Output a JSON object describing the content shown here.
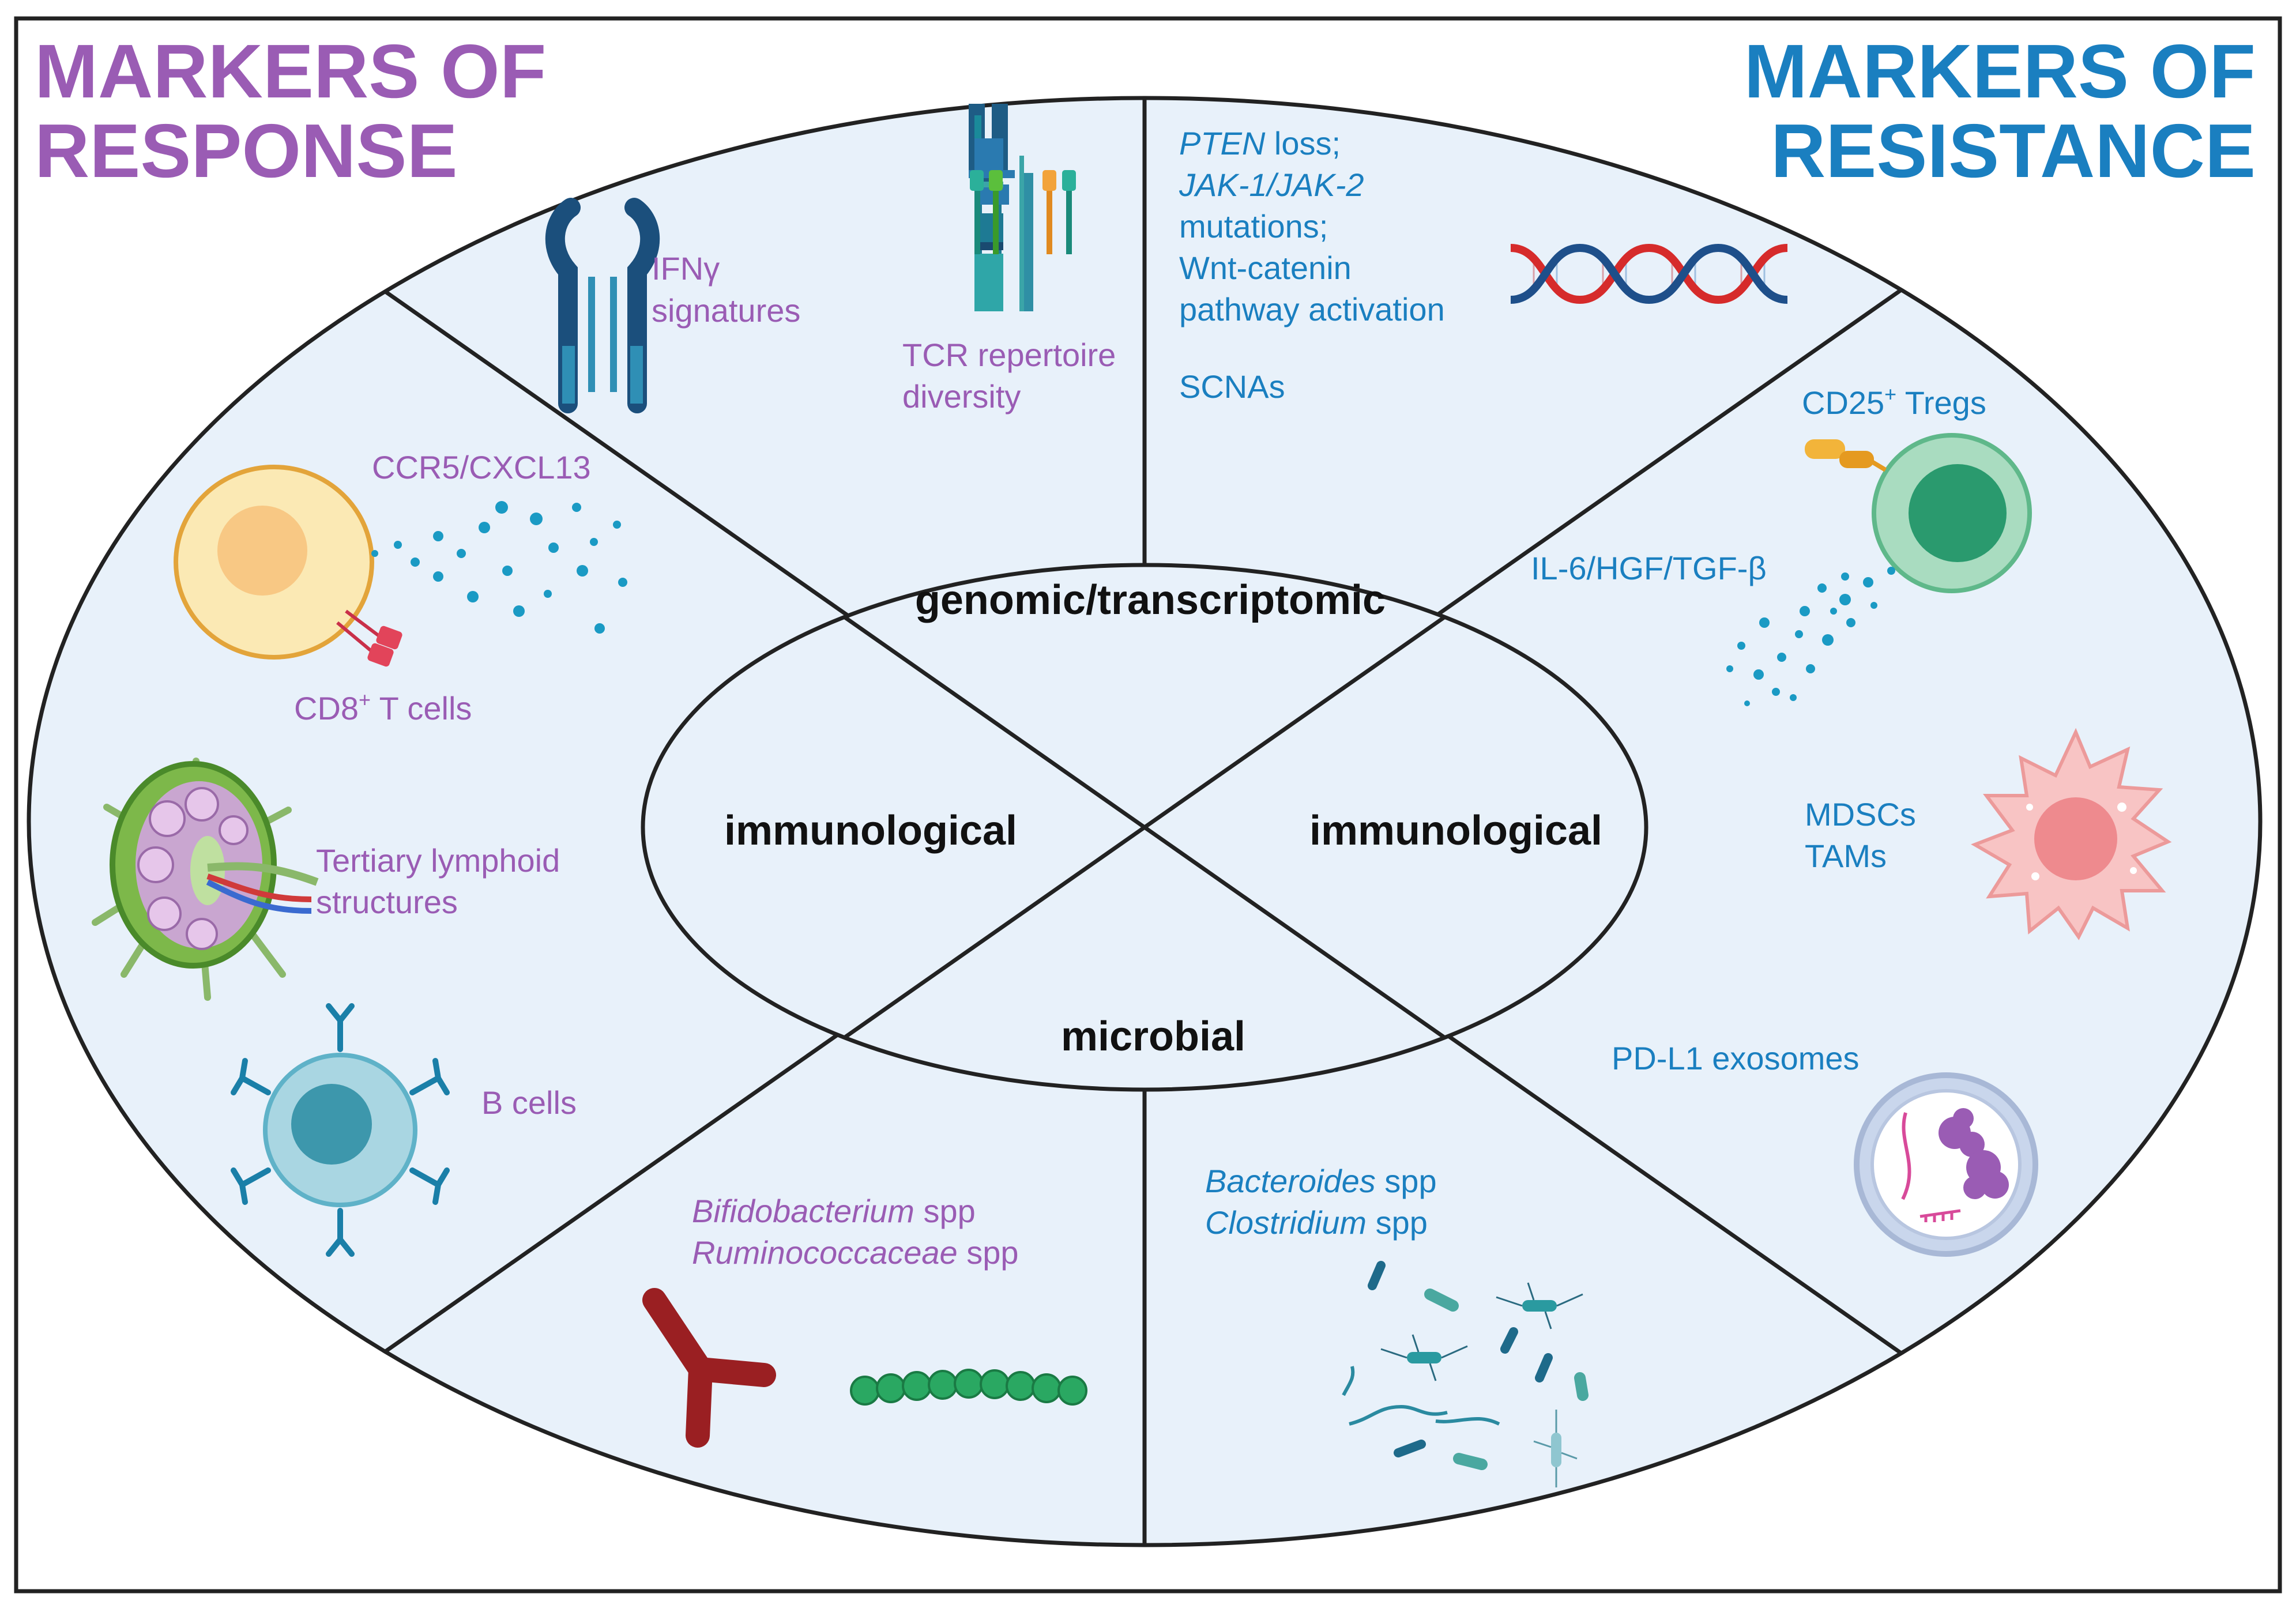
{
  "headings": {
    "response_line1": "MARKERS OF",
    "response_line2": "RESPONSE",
    "resistance_line1": "MARKERS OF",
    "resistance_line2": "RESISTANCE"
  },
  "core": {
    "top": "genomic/transcriptomic",
    "left": "immunological",
    "right": "immunological",
    "bottom": "microbial"
  },
  "response": {
    "ifn_line1": "IFNγ",
    "ifn_line2": "signatures",
    "tcr_line1": "TCR repertoire",
    "tcr_line2": "diversity",
    "ccr5": "CCR5/CXCL13",
    "cd8": "CD8",
    "cd8_sup": "+",
    "cd8_rest": " T cells",
    "tls_line1": "Tertiary lymphoid",
    "tls_line2": "structures",
    "bcells": "B cells",
    "bifido_italic": "Bifidobacterium",
    "bifido_rest": " spp",
    "rumino_italic": "Ruminococcaceae",
    "rumino_rest": " spp"
  },
  "resistance": {
    "pten_italic": "PTEN",
    "pten_rest": " loss;",
    "jak_italic": "JAK-1/JAK-2",
    "mutations": "mutations;",
    "wnt": "Wnt-catenin",
    "pathway": "pathway activation",
    "scnas": "SCNAs",
    "cd25": "CD25",
    "cd25_sup": "+",
    "cd25_rest": " Tregs",
    "il6": "IL-6/HGF/TGF-β",
    "mdscs": "MDSCs",
    "tams": "TAMs",
    "pdl1": "PD-L1 exosomes",
    "bacteroides_italic": "Bacteroides",
    "bacteroides_rest": " spp",
    "clostridium_italic": "Clostridium",
    "clostridium_rest": " spp"
  },
  "colors": {
    "response_purple": "#9a5cb4",
    "resistance_blue": "#1a7fc0",
    "panel_fill": "#e8f1fa",
    "outline": "#222222"
  }
}
